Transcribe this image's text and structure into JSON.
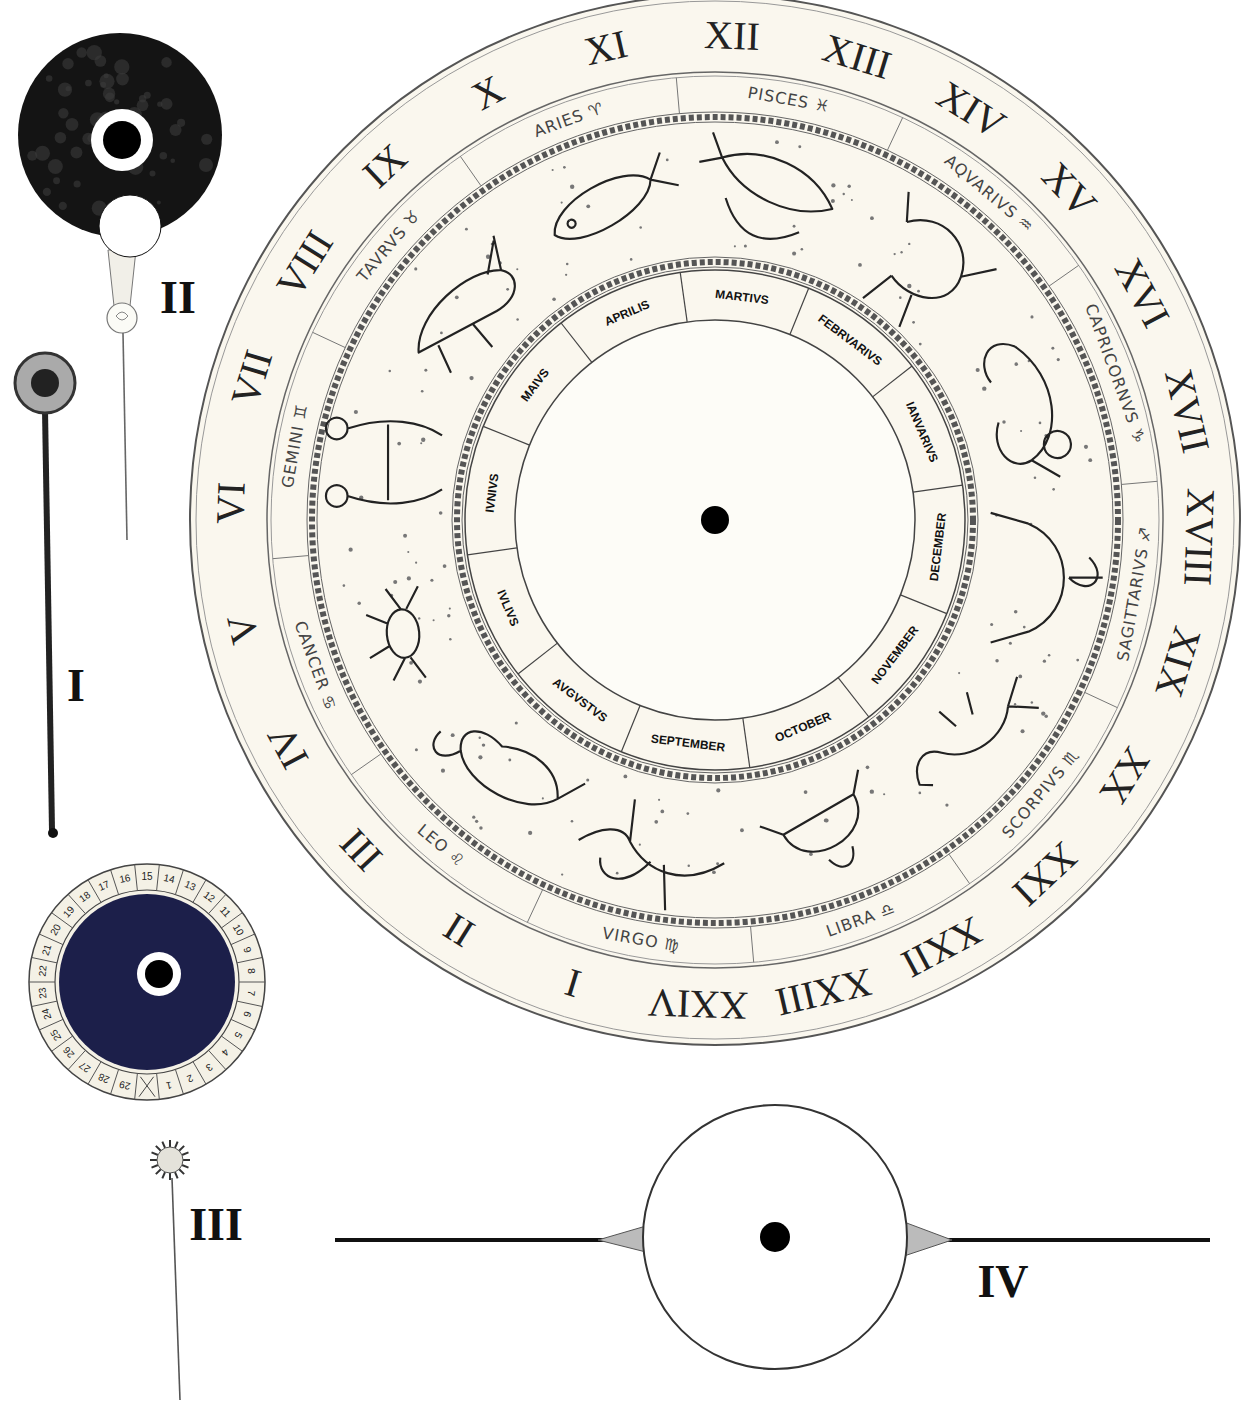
{
  "diagram": {
    "labels": [
      "II",
      "I",
      "III",
      "IV",
      "I",
      "II",
      "III",
      "IV",
      "V",
      "VI",
      "VII",
      "VIII",
      "IX",
      "X",
      "XI",
      "XII",
      "XIII",
      "XIV",
      "XV",
      "XVI",
      "XVII",
      "XVIII",
      "XIX",
      "XX",
      "XXI",
      "XXII",
      "XXIII",
      "XXIV",
      "ARIES ♈",
      "PISCES ♓",
      "AQVARIVS ♒",
      "CAPRICORNVS ♑",
      "SAGITTARIVS ♐",
      "SCORPIVS ♏",
      "LIBRA ♎",
      "VIRGO ♍",
      "LEO ♌",
      "CANCER ♋",
      "GEMINI ♊",
      "TAVRVS ♉",
      "MARTIVS",
      "FEBRVARIVS",
      "IANVARIVS",
      "DECEMBER",
      "NOVEMBER",
      "OCTOBER",
      "SEPTEMBER",
      "AVGVSTVS",
      "IVLIVS",
      "IVNIVS",
      "MAIVS",
      "APRILIS",
      "1",
      "2",
      "3",
      "4",
      "5",
      "6",
      "7",
      "8",
      "9",
      "10",
      "11",
      "12",
      "13",
      "14",
      "15",
      "16",
      "17",
      "18",
      "19",
      "20",
      "21",
      "22",
      "23",
      "24",
      "25",
      "26",
      "27",
      "28",
      "29"
    ]
  }
}
